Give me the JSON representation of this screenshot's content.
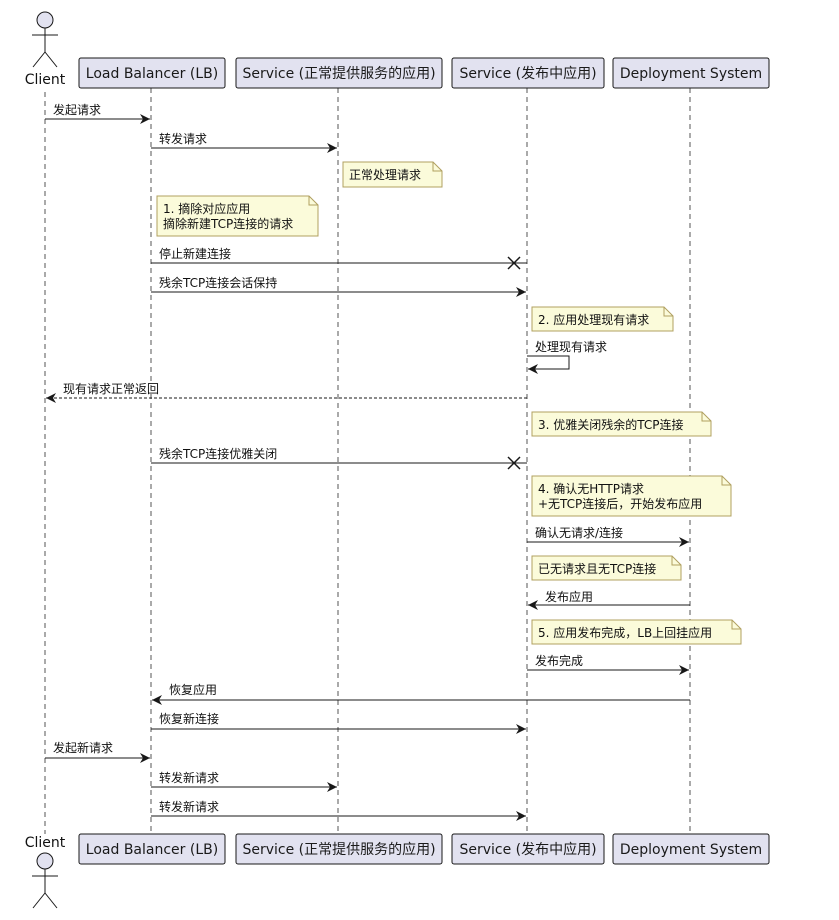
{
  "actor": {
    "label": "Client"
  },
  "participants": [
    {
      "id": "client",
      "label": "Client"
    },
    {
      "id": "lb",
      "label": "Load Balancer (LB)"
    },
    {
      "id": "svc1",
      "label": "Service (正常提供服务的应用)"
    },
    {
      "id": "svc2",
      "label": "Service (发布中应用)"
    },
    {
      "id": "deploy",
      "label": "Deployment System"
    }
  ],
  "steps": [
    {
      "kind": "msg",
      "from": "client",
      "to": "lb",
      "text": "发起请求"
    },
    {
      "kind": "msg",
      "from": "lb",
      "to": "svc1",
      "text": "转发请求"
    },
    {
      "kind": "note",
      "over": "svc1",
      "lines": [
        "正常处理请求"
      ]
    },
    {
      "kind": "note",
      "over": "lb",
      "lines": [
        "1. 摘除对应应用",
        "摘除新建TCP连接的请求"
      ]
    },
    {
      "kind": "msg",
      "from": "lb",
      "to": "svc2",
      "text": "停止新建连接",
      "end": "destroy"
    },
    {
      "kind": "msg",
      "from": "lb",
      "to": "svc2",
      "text": "残余TCP连接会话保持"
    },
    {
      "kind": "note",
      "over": "svc2",
      "lines": [
        "2. 应用处理现有请求"
      ]
    },
    {
      "kind": "self",
      "at": "svc2",
      "text": "处理现有请求"
    },
    {
      "kind": "msg",
      "from": "svc2",
      "to": "client",
      "text": "现有请求正常返回",
      "style": "dashed"
    },
    {
      "kind": "note",
      "over": "svc2",
      "lines": [
        "3. 优雅关闭残余的TCP连接"
      ]
    },
    {
      "kind": "msg",
      "from": "lb",
      "to": "svc2",
      "text": "残余TCP连接优雅关闭",
      "end": "destroy"
    },
    {
      "kind": "note",
      "over": "svc2",
      "lines": [
        "4. 确认无HTTP请求",
        "+无TCP连接后，开始发布应用"
      ]
    },
    {
      "kind": "msg",
      "from": "svc2",
      "to": "deploy",
      "text": "确认无请求/连接"
    },
    {
      "kind": "note",
      "over": "svc2",
      "lines": [
        "已无请求且无TCP连接"
      ]
    },
    {
      "kind": "msg",
      "from": "deploy",
      "to": "svc2",
      "text": "发布应用"
    },
    {
      "kind": "note",
      "over": "svc2",
      "lines": [
        "5. 应用发布完成，LB上回挂应用"
      ]
    },
    {
      "kind": "msg",
      "from": "svc2",
      "to": "deploy",
      "text": "发布完成"
    },
    {
      "kind": "msg",
      "from": "deploy",
      "to": "lb",
      "text": "恢复应用"
    },
    {
      "kind": "msg",
      "from": "lb",
      "to": "svc2",
      "text": "恢复新连接"
    },
    {
      "kind": "msg",
      "from": "client",
      "to": "lb",
      "text": "发起新请求"
    },
    {
      "kind": "msg",
      "from": "lb",
      "to": "svc1",
      "text": "转发新请求"
    },
    {
      "kind": "msg",
      "from": "lb",
      "to": "svc2",
      "text": "转发新请求"
    }
  ],
  "colors": {
    "participant_fill": "#e2e2f0",
    "participant_border": "#181818",
    "note_fill": "#fbfbda",
    "note_border": "#b0a060",
    "lifeline": "#555555",
    "arrow": "#181818"
  }
}
